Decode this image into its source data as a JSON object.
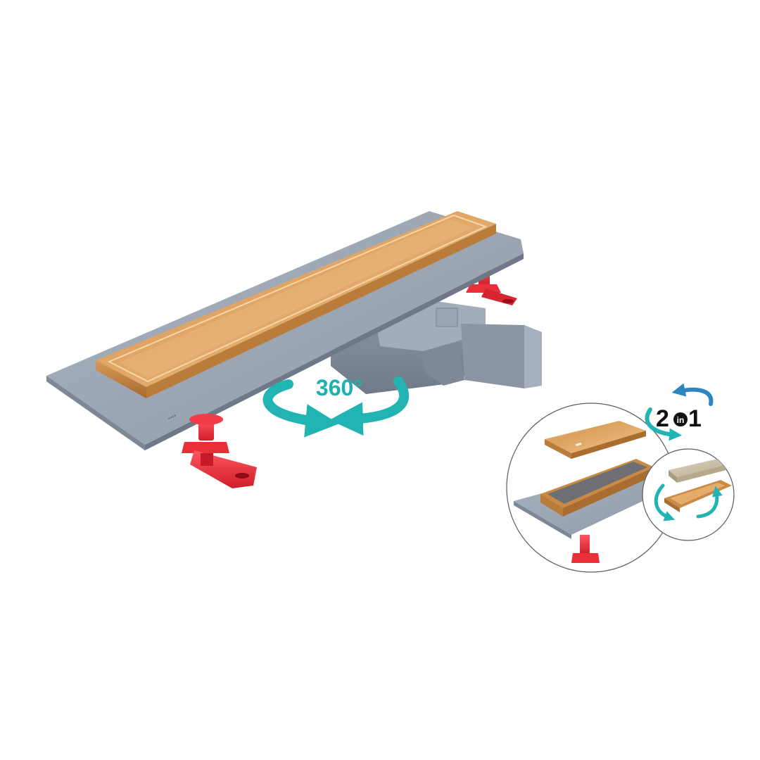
{
  "product": {
    "rotation_label": "360°",
    "two_in_one": {
      "big_2": "2",
      "small_in": "in",
      "big_1": "1"
    }
  },
  "colors": {
    "gold": "#d99a55",
    "base_gray": "#9aa4b1",
    "leveling_feet_red": "#e8303a",
    "arrow_teal": "#22b3b3",
    "arrow_blue": "#2e86c1",
    "tile_stone": "#c9bea6"
  }
}
